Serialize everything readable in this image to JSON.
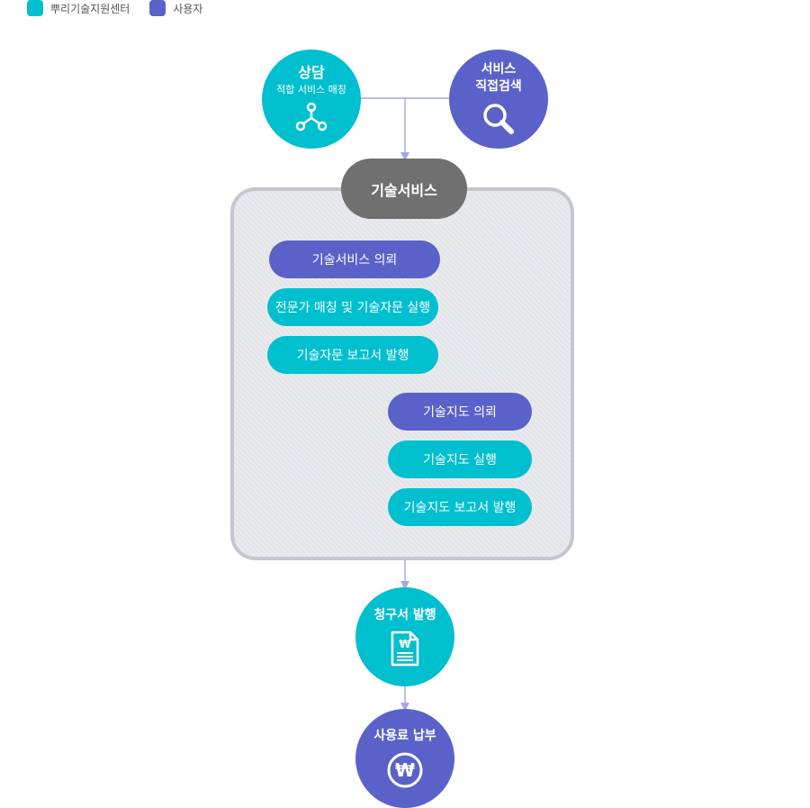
{
  "legend": {
    "items": [
      {
        "label": "뿌리기술지원센터",
        "color": "#00bfcf"
      },
      {
        "label": "사용자",
        "color": "#5a62c9"
      }
    ]
  },
  "top": {
    "consult": {
      "title": "상담",
      "subtitle": "적합 서비스 매칭",
      "icon": "network-nodes-icon",
      "color": "#00bfcf"
    },
    "search": {
      "title_line1": "서비스",
      "title_line2": "직접검색",
      "icon": "magnifier-icon",
      "color": "#5a62c9"
    }
  },
  "tech_service": {
    "title": "기술서비스",
    "steps": [
      {
        "label": "기술서비스 의뢰",
        "actor": "사용자"
      },
      {
        "label": "전문가 매칭 및 기술자문 실행",
        "actor": "뿌리기술지원센터"
      },
      {
        "label": "기술자문 보고서 발행",
        "actor": "뿌리기술지원센터"
      }
    ],
    "guidance_steps": [
      {
        "label": "기술지도 의뢰",
        "actor": "사용자"
      },
      {
        "label": "기술지도 실행",
        "actor": "뿌리기술지원센터"
      },
      {
        "label": "기술지도 보고서 발행",
        "actor": "뿌리기술지원센터"
      }
    ]
  },
  "bottom": {
    "invoice": {
      "title": "청구서 발행",
      "icon": "invoice-document-icon",
      "icon_symbol": "₩",
      "color": "#00bfcf"
    },
    "payment": {
      "title": "사용료 납부",
      "icon": "won-coin-icon",
      "icon_symbol": "₩",
      "color": "#5a62c9"
    }
  }
}
